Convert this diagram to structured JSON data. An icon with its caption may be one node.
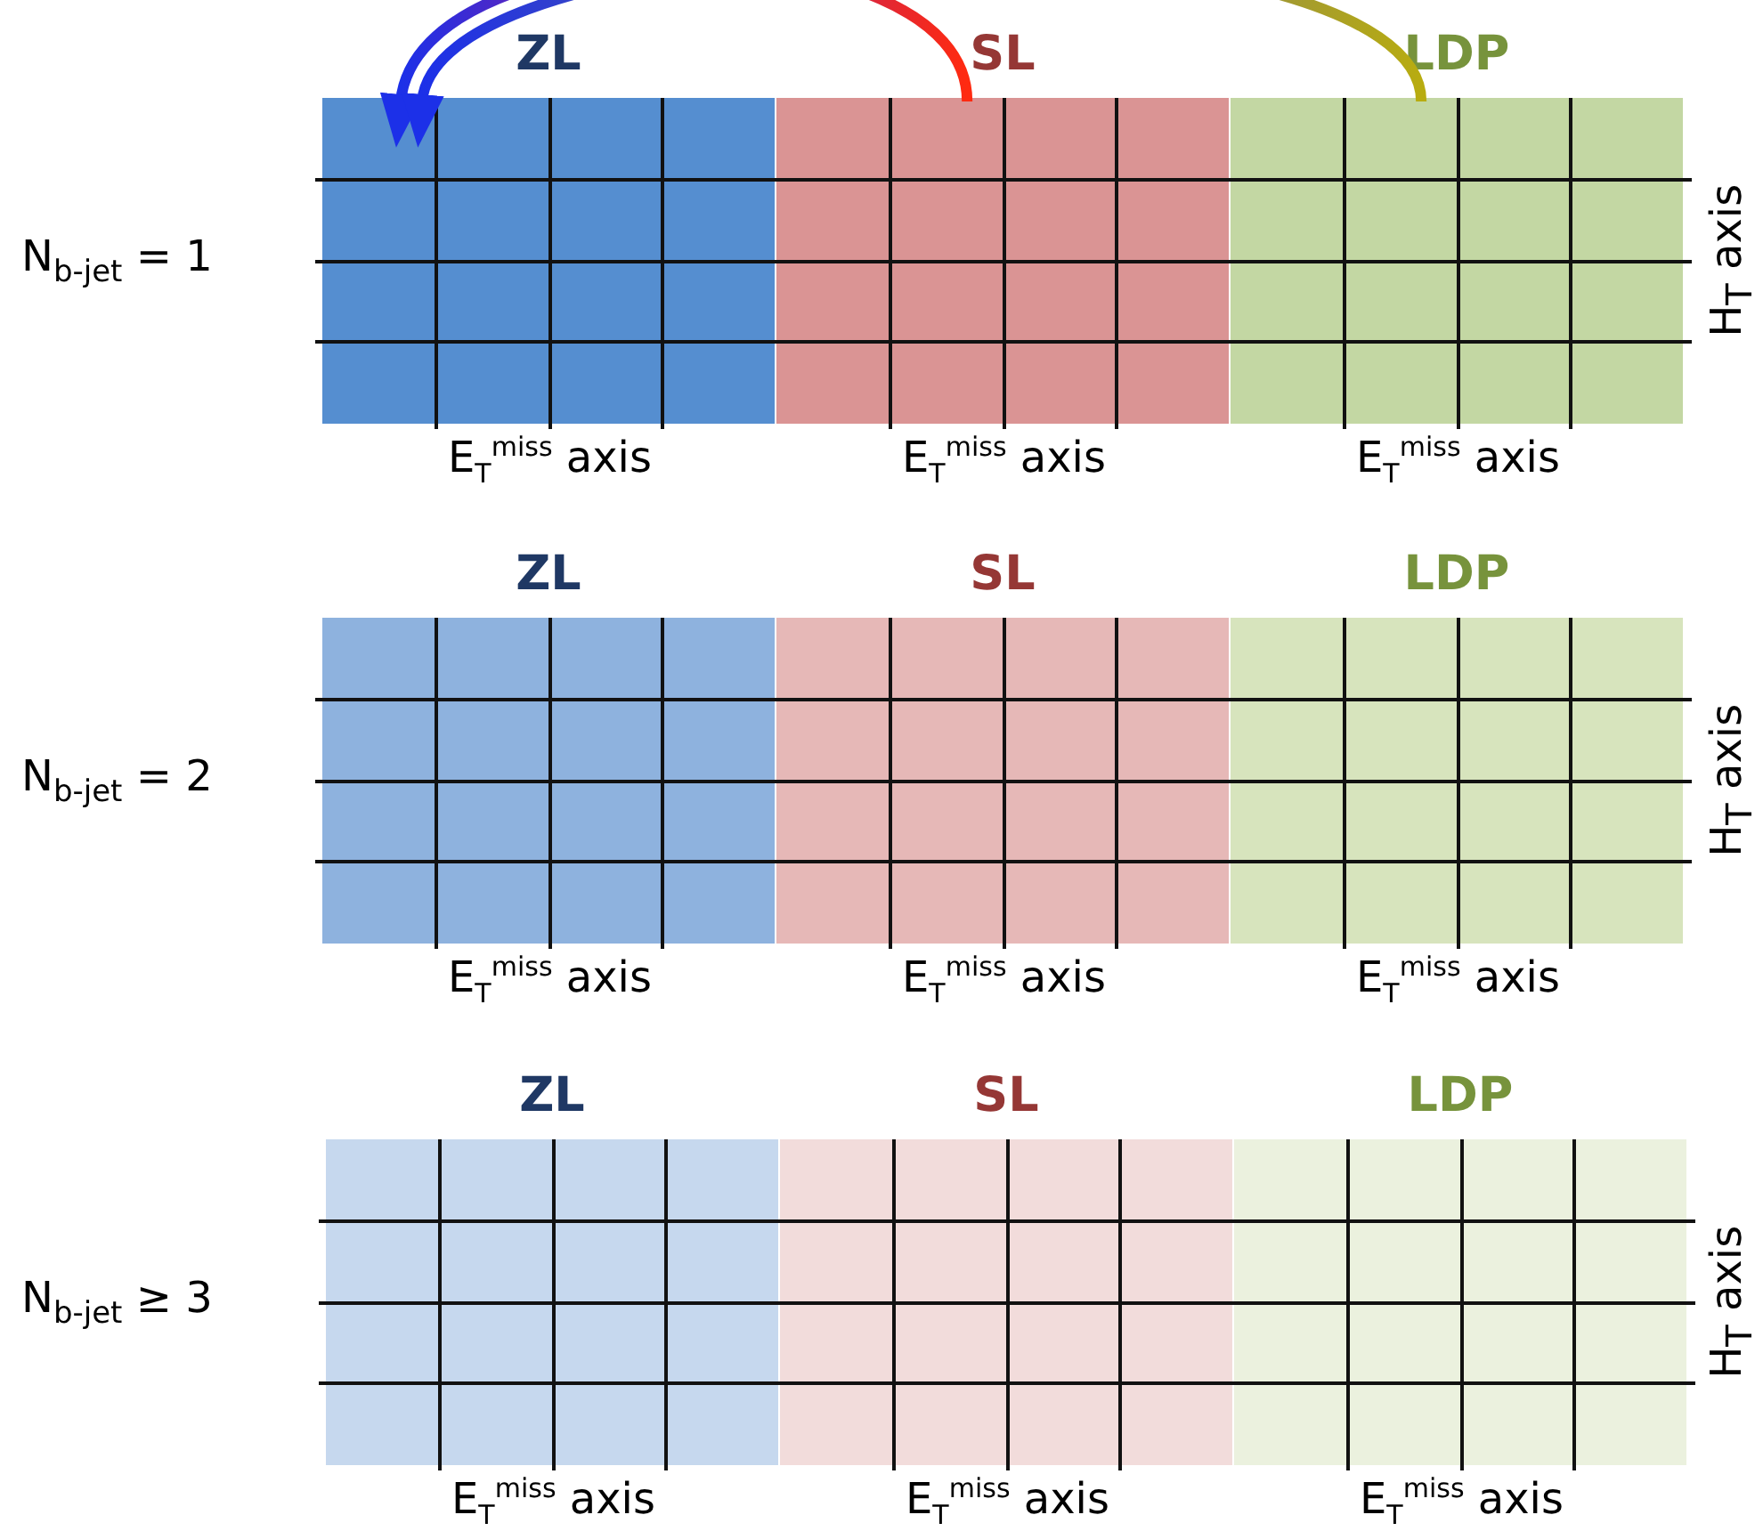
{
  "diagram": {
    "nodes": [
      {
        "text": [
          "ZL"
        ],
        "beside": [
          "E$_{T}$$^{miss}$ axis"
        ]
      },
      {
        "text": [
          "SL"
        ],
        "beside": [
          "E$_{T}$$^{miss}$ axis"
        ]
      },
      {
        "text": [
          "LDP"
        ],
        "beside": [
          "E$_{T}$$^{miss}$ axis"
        ]
      },
      {
        "text": [
          "ZL"
        ],
        "beside": [
          "E$_{T}$$^{miss}$ axis"
        ]
      },
      {
        "text": [
          "SL"
        ],
        "beside": [
          "E$_{T}$$^{miss}$ axis"
        ]
      },
      {
        "text": [
          "LDP"
        ],
        "beside": [
          "E$_{T}$$^{miss}$ axis"
        ]
      },
      {
        "text": [
          "ZL"
        ],
        "beside": [
          "E$_{T}$$^{miss}$ axis"
        ]
      },
      {
        "text": [
          "SL"
        ],
        "beside": [
          "E$_{T}$$^{miss}$ axis"
        ]
      },
      {
        "text": [
          "LDP"
        ],
        "beside": [
          "E$_{T}$$^{miss}$ axis"
        ]
      }
    ],
    "edges": [
      {
        "from": 1,
        "to": 0,
        "arrow": "to",
        "style": "thick",
        "color": "#ff2a10"
      },
      {
        "from": 2,
        "to": 0,
        "arrow": "to",
        "style": "thick",
        "color": "#b8ac10"
      }
    ],
    "labels": [
      "N$_{b-jet}$ = 1",
      "H$_{T}$ axis",
      "N$_{b-jet}$ = 2",
      "H$_{T}$ axis",
      "N$_{b-jet}$ ≥ 3",
      "H$_{T}$ axis"
    ]
  }
}
